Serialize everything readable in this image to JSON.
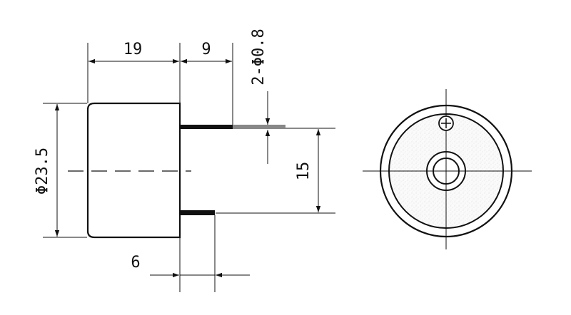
{
  "dimensions": {
    "body_length": "19",
    "lead_offset": "9",
    "lead_diameter": "2-Φ0.8",
    "body_diameter": "Φ23.5",
    "lead_spacing": "15",
    "short_lead": "6"
  }
}
